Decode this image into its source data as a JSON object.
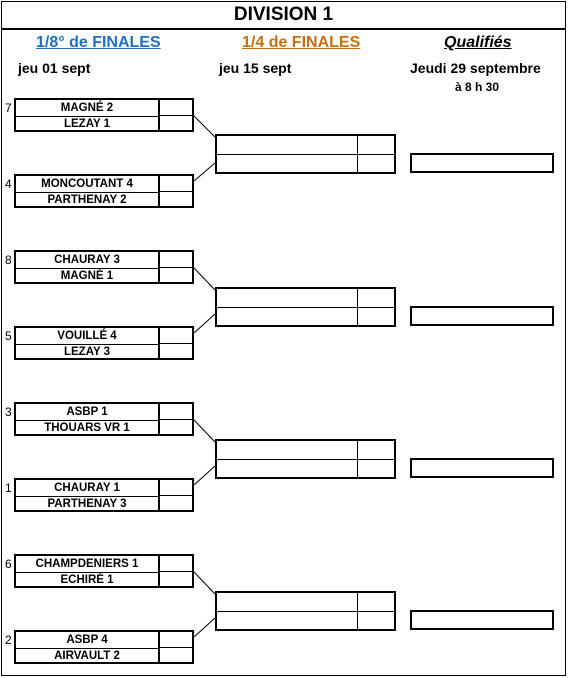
{
  "header": {
    "title": "DIVISION 1"
  },
  "columns": {
    "r16": {
      "label": "1/8° de FINALES",
      "date": "jeu 01 sept",
      "color": "#1f6fc2"
    },
    "qf": {
      "label": "1/4 de FINALES",
      "date": "jeu 15 sept",
      "color": "#c36f12"
    },
    "qualified": {
      "label": "Qualifiés",
      "date": "Jeudi 29 septembre",
      "time": "à 8 h 30"
    }
  },
  "matches": [
    {
      "seed": "7",
      "home": "MAGNÉ 2",
      "away": "LEZAY 1"
    },
    {
      "seed": "4",
      "home": "MONCOUTANT 4",
      "away": "PARTHENAY 2"
    },
    {
      "seed": "8",
      "home": "CHAURAY 3",
      "away": "MAGNÉ 1"
    },
    {
      "seed": "5",
      "home": "VOUILLÉ 4",
      "away": "LEZAY 3"
    },
    {
      "seed": "3",
      "home": "ASBP 1",
      "away": "THOUARS VR 1"
    },
    {
      "seed": "1",
      "home": "CHAURAY 1",
      "away": "PARTHENAY 3"
    },
    {
      "seed": "6",
      "home": "CHAMPDENIERS 1",
      "away": "ECHIRÉ 1"
    },
    {
      "seed": "2",
      "home": "ASBP 4",
      "away": "AIRVAULT 2"
    }
  ]
}
